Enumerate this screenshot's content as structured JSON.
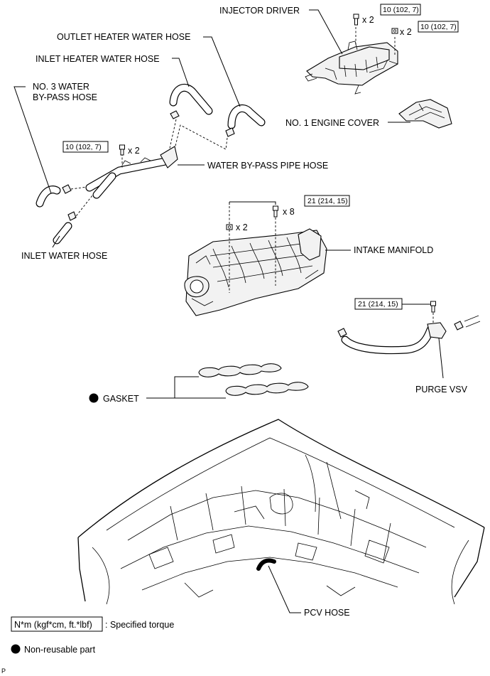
{
  "labels": {
    "injector_driver": "INJECTOR DRIVER",
    "outlet_heater_water_hose": "OUTLET HEATER WATER HOSE",
    "inlet_heater_water_hose": "INLET HEATER WATER HOSE",
    "no3_water_bypass_hose_line1": "NO. 3 WATER",
    "no3_water_bypass_hose_line2": "BY-PASS HOSE",
    "no1_engine_cover": "NO. 1 ENGINE COVER",
    "water_bypass_pipe_hose": "WATER BY-PASS PIPE HOSE",
    "inlet_water_hose": "INLET WATER HOSE",
    "intake_manifold": "INTAKE MANIFOLD",
    "gasket": "GASKET",
    "purge_vsv": "PURGE VSV",
    "pcv_hose": "PCV HOSE"
  },
  "torques": {
    "injector_top": "10 (102, 7)",
    "injector_nut": "10 (102, 7)",
    "bypass_pipe": "10 (102, 7)",
    "manifold": "21 (214, 15)",
    "purge_vsv": "21 (214, 15)"
  },
  "quantities": {
    "injector_top": "x 2",
    "injector_nut": "x 2",
    "bypass_pipe": "x 2",
    "manifold_bolt": "x 8",
    "manifold_nut": "x 2"
  },
  "legend": {
    "torque_box": "N*m (kgf*cm, ft.*lbf)",
    "torque_text": ": Specified torque",
    "nonreusable_text": "Non-reusable part"
  },
  "corner_mark": "P"
}
